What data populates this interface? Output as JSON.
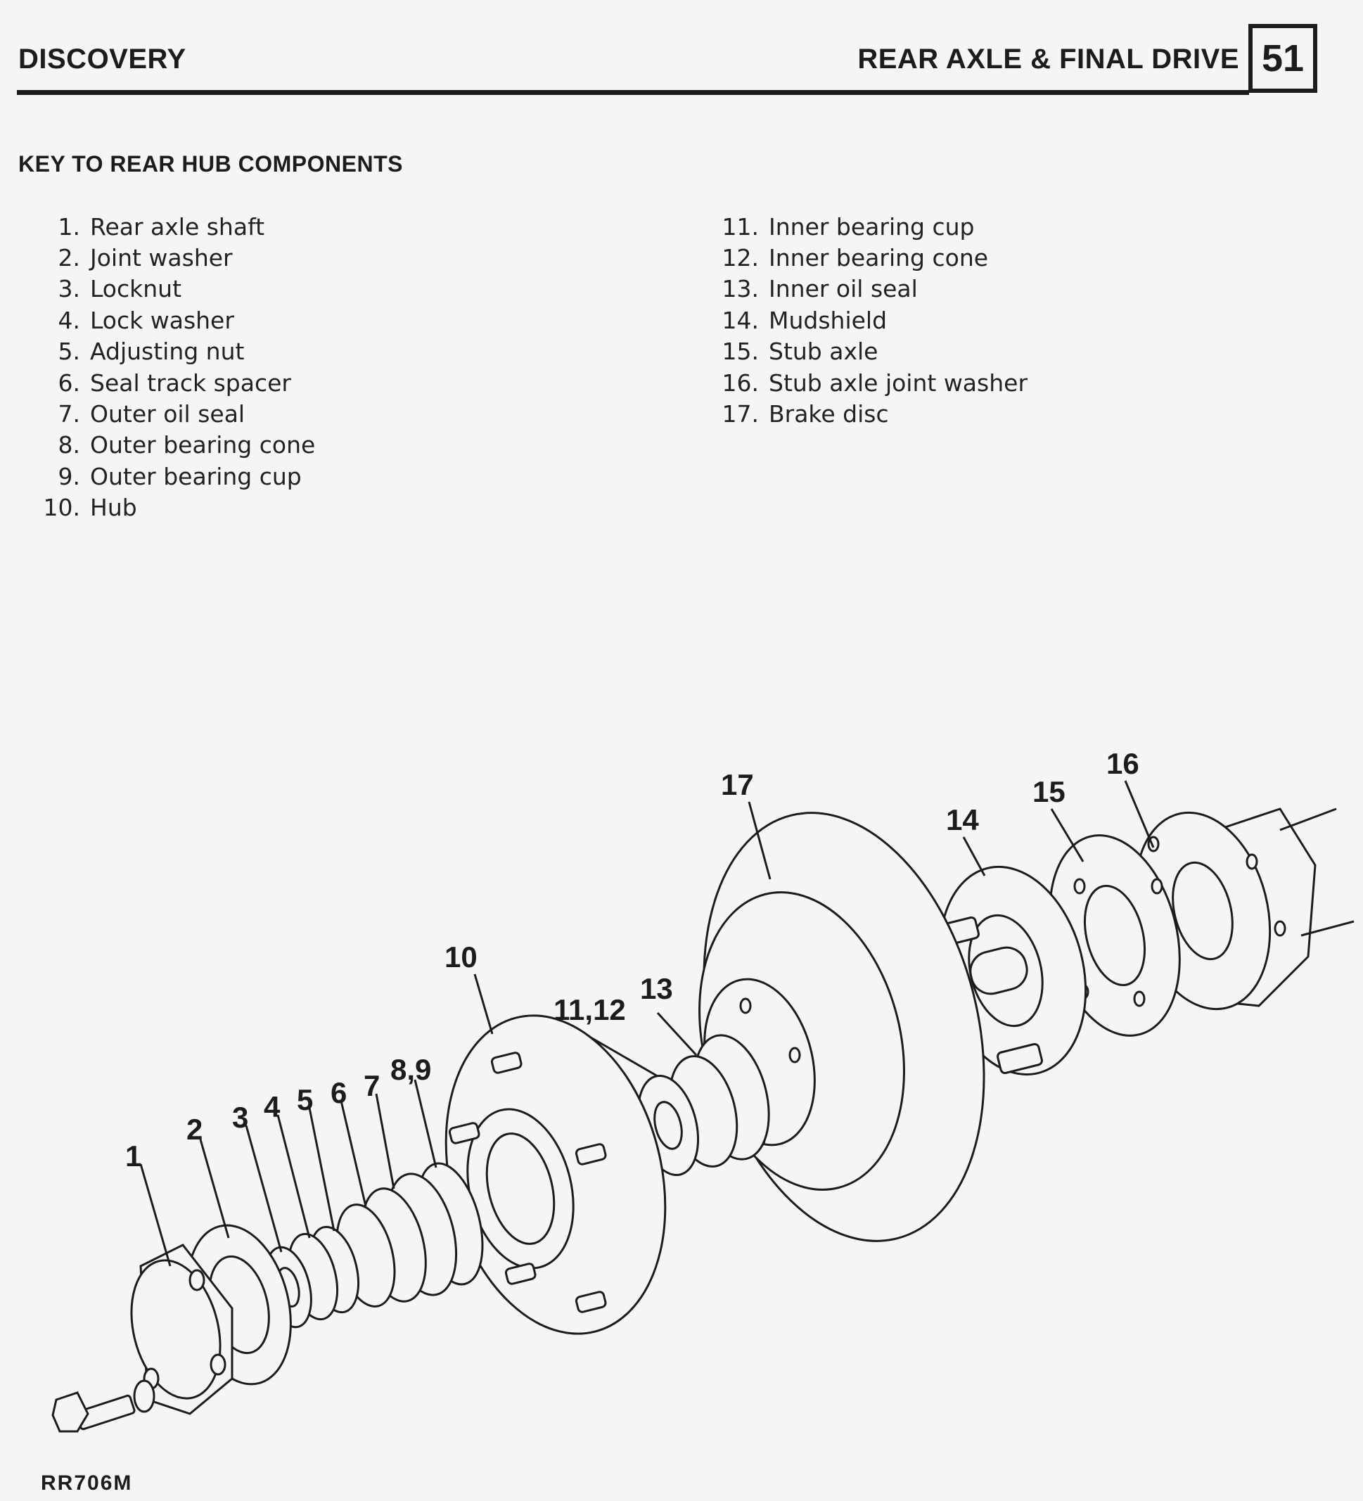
{
  "header": {
    "left_title": "DISCOVERY",
    "right_title": "REAR AXLE & FINAL DRIVE",
    "section_number": "51"
  },
  "key": {
    "title": "KEY TO REAR HUB COMPONENTS",
    "column1": [
      {
        "num": "1.",
        "label": "Rear axle shaft"
      },
      {
        "num": "2.",
        "label": "Joint washer"
      },
      {
        "num": "3.",
        "label": "Locknut"
      },
      {
        "num": "4.",
        "label": "Lock washer"
      },
      {
        "num": "5.",
        "label": "Adjusting nut"
      },
      {
        "num": "6.",
        "label": "Seal track spacer"
      },
      {
        "num": "7.",
        "label": "Outer oil seal"
      },
      {
        "num": "8.",
        "label": "Outer bearing cone"
      },
      {
        "num": "9.",
        "label": "Outer bearing cup"
      },
      {
        "num": "10.",
        "label": "Hub"
      }
    ],
    "column2": [
      {
        "num": "11.",
        "label": "Inner bearing cup"
      },
      {
        "num": "12.",
        "label": "Inner bearing cone"
      },
      {
        "num": "13.",
        "label": "Inner oil seal"
      },
      {
        "num": "14.",
        "label": "Mudshield"
      },
      {
        "num": "15.",
        "label": "Stub axle"
      },
      {
        "num": "16.",
        "label": "Stub axle joint washer"
      },
      {
        "num": "17.",
        "label": "Brake disc"
      }
    ]
  },
  "diagram": {
    "callouts": {
      "c1": "1",
      "c2": "2",
      "c3": "3",
      "c4": "4",
      "c5": "5",
      "c6": "6",
      "c7": "7",
      "c8_9": "8,9",
      "c10": "10",
      "c11_12": "11,12",
      "c13": "13",
      "c14": "14",
      "c15": "15",
      "c16": "16",
      "c17": "17"
    },
    "reference_code": "RR706M"
  }
}
